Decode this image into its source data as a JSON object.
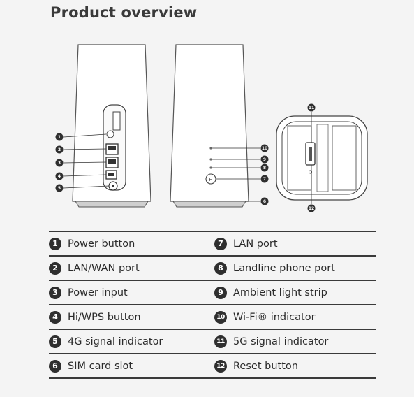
{
  "title": "Product overview",
  "callouts": {
    "c1": "1",
    "c2": "2",
    "c3": "3",
    "c4": "4",
    "c5": "5",
    "c6": "6",
    "c8": "8",
    "c9": "9",
    "c10": "10",
    "c7": "7",
    "c11": "11",
    "c12": "12"
  },
  "parts": [
    {
      "num": "1",
      "label": "Power button"
    },
    {
      "num": "7",
      "label": "LAN port"
    },
    {
      "num": "2",
      "label": "LAN/WAN port"
    },
    {
      "num": "8",
      "label": "Landline phone port"
    },
    {
      "num": "3",
      "label": "Power input"
    },
    {
      "num": "9",
      "label": "Ambient light strip"
    },
    {
      "num": "4",
      "label": "Hi/WPS button"
    },
    {
      "num": "10",
      "label": "Wi-Fi® indicator"
    },
    {
      "num": "5",
      "label": "4G signal indicator"
    },
    {
      "num": "11",
      "label": "5G signal indicator"
    },
    {
      "num": "6",
      "label": "SIM card slot"
    },
    {
      "num": "12",
      "label": "Reset button"
    }
  ]
}
